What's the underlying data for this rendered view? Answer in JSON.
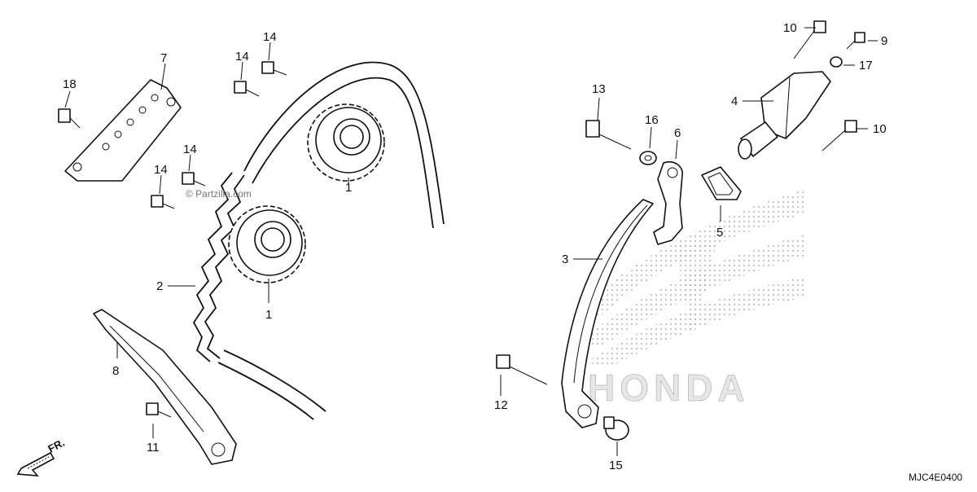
{
  "diagram": {
    "code": "MJC4E0400",
    "watermark": "© Partzilla.com",
    "brand": "HONDA",
    "direction_label": "FR.",
    "callouts": {
      "c1a": "1",
      "c1b": "1",
      "c2": "2",
      "c3": "3",
      "c4": "4",
      "c5": "5",
      "c6": "6",
      "c7": "7",
      "c8": "8",
      "c9": "9",
      "c10a": "10",
      "c10b": "10",
      "c11": "11",
      "c12": "12",
      "c13": "13",
      "c14a": "14",
      "c14b": "14",
      "c14c": "14",
      "c14d": "14",
      "c15": "15",
      "c16": "16",
      "c17": "17",
      "c18": "18"
    }
  }
}
